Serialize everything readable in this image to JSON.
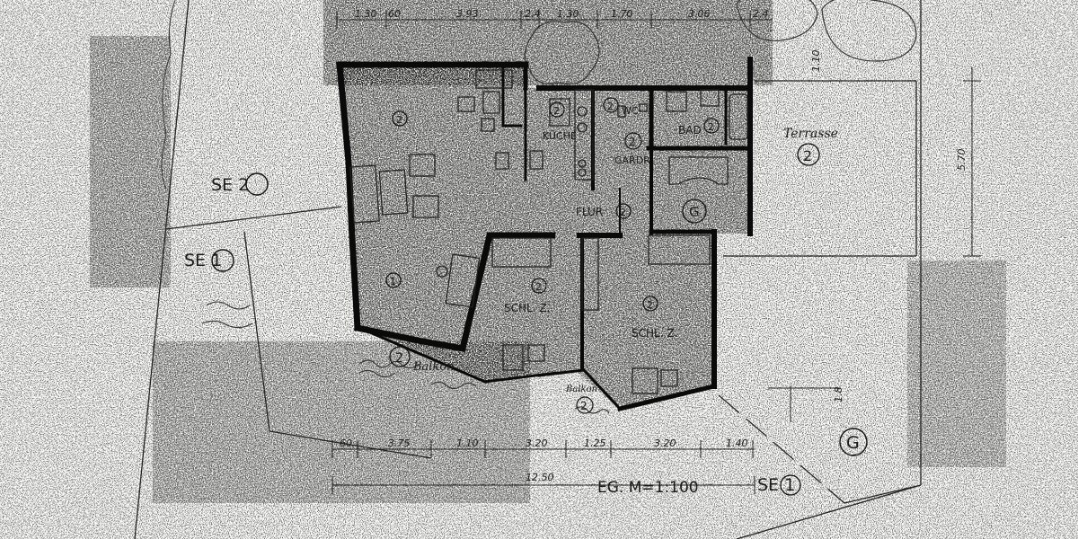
{
  "top_dimensions": [
    "1.30",
    "60",
    "3.93",
    "2.4",
    "1.30",
    "1.70",
    "3.06",
    "2.4"
  ],
  "right_dimensions": [
    "5.70",
    "1.10",
    "1.8"
  ],
  "bottom_dimensions": [
    "60",
    "3.75",
    "1.10",
    "3.20",
    "1.25",
    "3.20",
    "1.40"
  ],
  "overall_dimension": "12.50",
  "drawing_title": "EG. M=1:100",
  "site_labels": {
    "se2": "SE 2",
    "se1_left": "SE 1",
    "se1_bottom": "SE 1",
    "garden_g": "G"
  },
  "rooms": {
    "living_top_num": "2",
    "living_bottom_num": "1",
    "kueche": "KÜCHE",
    "kueche_num": "2",
    "wc": "WC",
    "wc_num": "2",
    "gardr": "GARDR",
    "gardr_num": "2",
    "bad": "BAD",
    "bad_num": "2",
    "terrasse": "Terrasse",
    "terrasse_num": "2",
    "flur": "FLUR",
    "flur_num": "2",
    "g_room": "G",
    "schlz1": "SCHL. Z.",
    "schlz1_num": "2",
    "schlz2": "SCHL. Z.",
    "schlz2_num": "2",
    "balkon1": "Balkon",
    "balkon1_num": "2",
    "balkon2": "Balkon",
    "balkon2_num": "2"
  }
}
